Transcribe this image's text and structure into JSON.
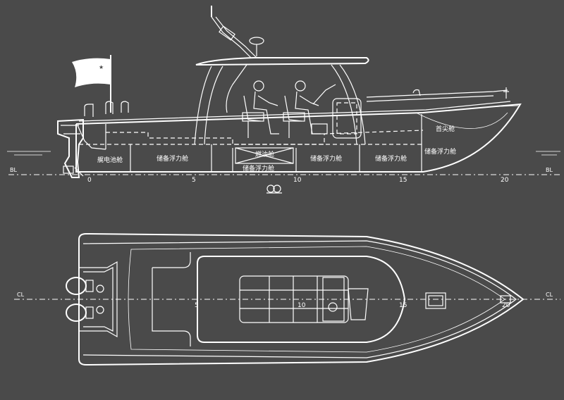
{
  "profile": {
    "compartments": {
      "aft_battery": "艉电池舱",
      "buoyancy_1": "储备浮力舱",
      "fuel_tank_upper": "燃油舱",
      "buoyancy_2": "储备浮力舱",
      "buoyancy_3": "储备浮力舱",
      "buoyancy_4": "储备浮力舱",
      "buoyancy_5": "储备浮力舱",
      "bow_tip": "首尖舱"
    },
    "frame_ticks": [
      "0",
      "5",
      "10",
      "15",
      "20"
    ],
    "baseline_left": "BL",
    "baseline_right": "BL",
    "midship_symbol": "◯◯"
  },
  "plan": {
    "centerline_left": "CL",
    "centerline_right": "CL",
    "frame_ticks": [
      "5",
      "10",
      "15",
      "20"
    ]
  },
  "colors": {
    "background": "#4a4a4a",
    "line": "#ffffff"
  }
}
